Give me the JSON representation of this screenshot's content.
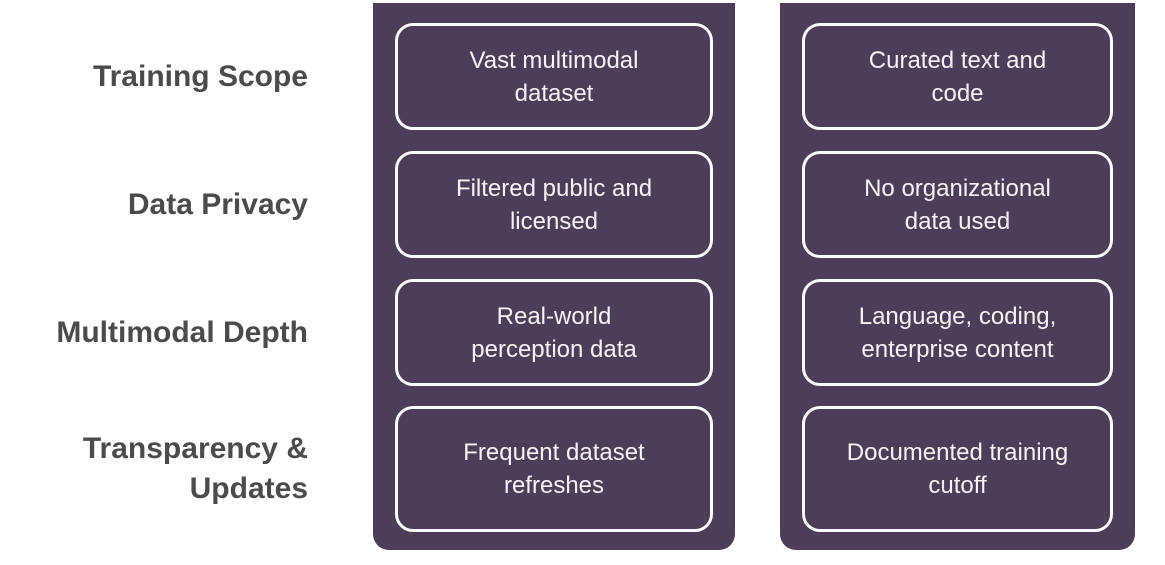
{
  "diagram": {
    "rows": [
      {
        "label": "Training Scope",
        "left_box": "Vast multimodal\ndataset",
        "right_box": "Curated text and\ncode"
      },
      {
        "label": "Data Privacy",
        "left_box": "Filtered public and\nlicensed",
        "right_box": "No organizational\ndata used"
      },
      {
        "label": "Multimodal Depth",
        "left_box": "Real-world\nperception data",
        "right_box": "Language, coding,\nenterprise content"
      },
      {
        "label": "Transparency &\nUpdates",
        "left_box": "Frequent dataset\nrefreshes",
        "right_box": "Documented training\ncutoff"
      }
    ],
    "colors": {
      "column_background": "#4e3d59",
      "box_border": "#fcfbfc",
      "box_text": "#f8f1f6",
      "label_text": "#4b4b4b",
      "page_background": "#ffffff"
    }
  }
}
